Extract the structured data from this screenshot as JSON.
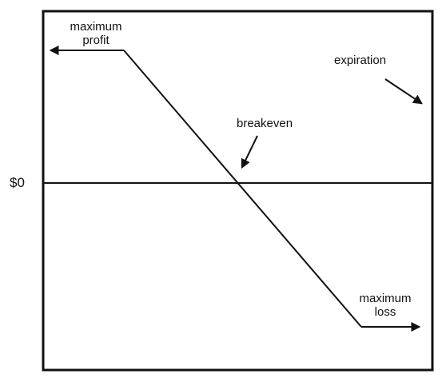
{
  "labels": {
    "zero": "$0",
    "max_profit_line1": "maximum",
    "max_profit_line2": "profit",
    "expiration": "expiration",
    "breakeven": "breakeven",
    "max_loss_line1": "maximum",
    "max_loss_line2": "loss"
  },
  "colors": {
    "line": "#111111",
    "background": "#ffffff"
  }
}
